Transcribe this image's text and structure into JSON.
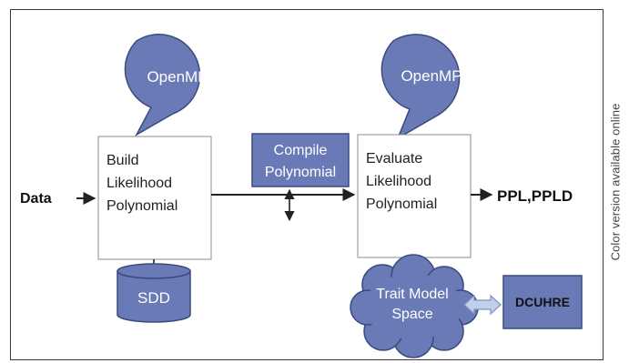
{
  "side_note": "Color version available online",
  "colors": {
    "fill": "#6a7ab6",
    "stroke": "#3a4a7e",
    "box_border": "#8c8c8c",
    "arrow": "#222222",
    "double_arrow_fill": "#c2cfe8",
    "double_arrow_stroke": "#7d93c2"
  },
  "input": {
    "label": "Data"
  },
  "output": {
    "label": "PPL,PPLD"
  },
  "build_box": {
    "lines": [
      "Build",
      "Likelihood",
      "Polynomial"
    ]
  },
  "build_bubble": {
    "label": "OpenMP"
  },
  "compile_box": {
    "lines": [
      "Compile",
      "Polynomial"
    ]
  },
  "evaluate_box": {
    "lines": [
      "Evaluate",
      "Likelihood",
      "Polynomial"
    ]
  },
  "evaluate_bubble": {
    "label": "OpenMP"
  },
  "sdd_cylinder": {
    "label": "SDD"
  },
  "trait_cloud": {
    "lines": [
      "Trait Model",
      "Space"
    ]
  },
  "dcuhre_box": {
    "label": "DCUHRE"
  }
}
